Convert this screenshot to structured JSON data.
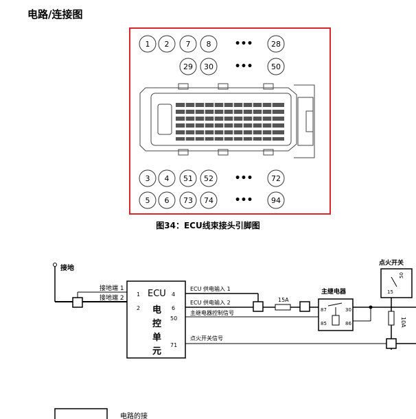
{
  "header": {
    "title": "电路/连接图"
  },
  "connector": {
    "pin_rows": [
      [
        "1",
        "2",
        "7",
        "8",
        "•••",
        "28"
      ],
      [
        "29",
        "30",
        "•••",
        "50"
      ],
      [
        "3",
        "4",
        "51",
        "52",
        "•••",
        "72"
      ],
      [
        "5",
        "6",
        "73",
        "74",
        "•••",
        "94"
      ]
    ],
    "caption": "图34：ECU线束接头引脚图"
  },
  "schematic": {
    "ground_label": "接地",
    "ground_ends": [
      "接地端 1",
      "接地端 2"
    ],
    "ecu": {
      "title": "ECU",
      "name_chars": [
        "电",
        "控",
        "单",
        "元"
      ],
      "left_pins": [
        "1",
        "2"
      ],
      "right_pins": [
        "4",
        "6",
        "50",
        "71"
      ]
    },
    "signals": [
      "ECU 供电输入 1",
      "ECU 供电输入 2",
      "主继电器控制信号",
      "点火开关信号"
    ],
    "fuse_15a": "15A",
    "fuse_10a": "10A",
    "main_relay": {
      "title": "主继电器",
      "pins": [
        "87",
        "30",
        "85",
        "86"
      ]
    },
    "ignition_switch": {
      "title": "点火开关",
      "terminals": [
        "50",
        "15"
      ]
    },
    "legend_partial": "电路的接"
  }
}
